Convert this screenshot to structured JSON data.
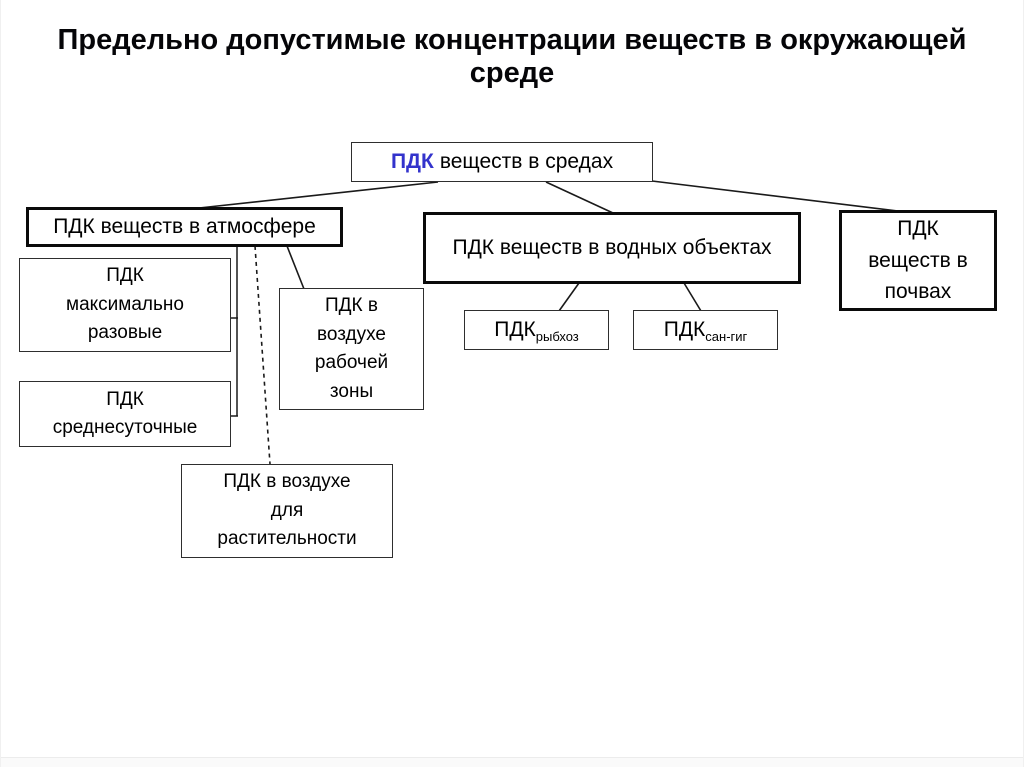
{
  "slide": {
    "title": "Предельно допустимые концентрации веществ в окружающей среде"
  },
  "colors": {
    "accent_blue": "#3333CC",
    "box_border_thick": "#0a0a0a",
    "box_border_thin": "#2e2e2e",
    "connector": "#1a1a1a"
  },
  "tree": {
    "root": {
      "abbr": "ПДК",
      "rest": "веществ в средах"
    },
    "branches": {
      "atmosphere": "ПДК веществ в атмосфере",
      "water": "ПДК веществ в водных объектах",
      "soil": "ПДК веществ в почвах"
    },
    "atmosphere_children": {
      "max_single": "ПДК максимально разовые",
      "daily_average": "ПДК среднесуточные",
      "work_zone": "ПДК в воздухе рабочей зоны",
      "vegetation": "ПДК в воздухе для растительности"
    },
    "water_children": {
      "fishery": {
        "base": "ПДК",
        "sub": "рыбхоз"
      },
      "sanitary": {
        "base": "ПДК",
        "sub": "сан-гиг"
      }
    }
  }
}
